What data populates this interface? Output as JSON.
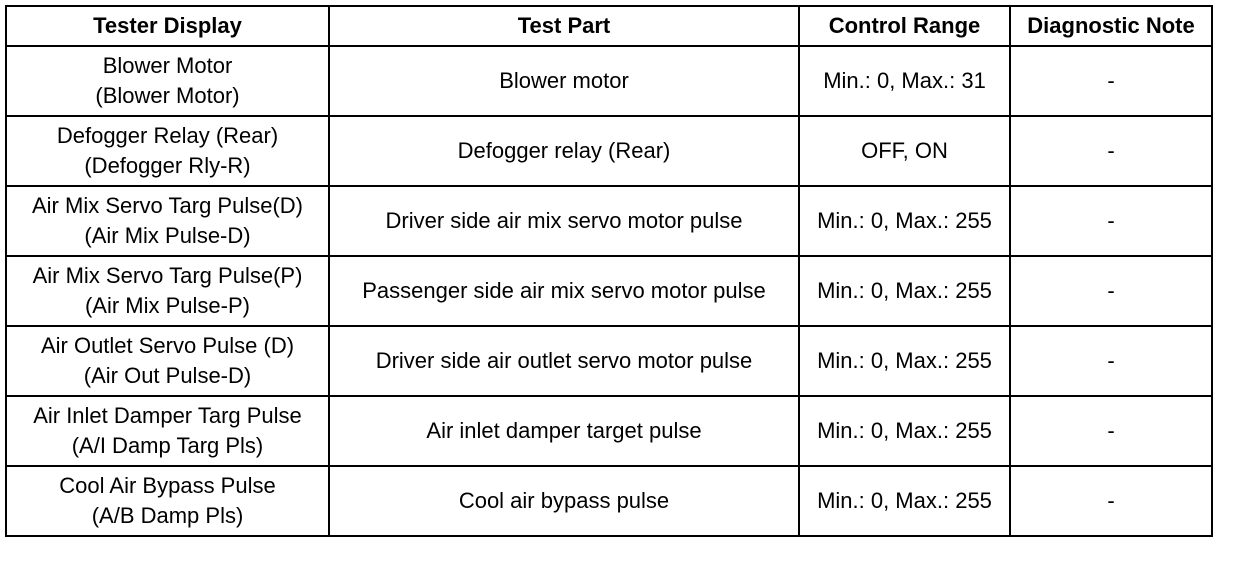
{
  "table": {
    "headers": [
      "Tester Display",
      "Test Part",
      "Control Range",
      "Diagnostic Note"
    ],
    "rows": [
      {
        "display": [
          "Blower Motor",
          "(Blower Motor)"
        ],
        "part": "Blower motor",
        "range": "Min.: 0, Max.: 31",
        "note": "-"
      },
      {
        "display": [
          "Defogger Relay (Rear)",
          "(Defogger Rly-R)"
        ],
        "part": "Defogger relay (Rear)",
        "range": "OFF, ON",
        "note": "-"
      },
      {
        "display": [
          "Air Mix Servo Targ Pulse(D)",
          "(Air Mix Pulse-D)"
        ],
        "part": "Driver side air mix servo motor pulse",
        "range": "Min.: 0, Max.: 255",
        "note": "-"
      },
      {
        "display": [
          "Air Mix Servo Targ Pulse(P)",
          "(Air Mix Pulse-P)"
        ],
        "part": "Passenger side air mix servo motor pulse",
        "range": "Min.: 0, Max.: 255",
        "note": "-"
      },
      {
        "display": [
          "Air Outlet Servo Pulse (D)",
          "(Air Out Pulse-D)"
        ],
        "part": "Driver side air outlet servo motor pulse",
        "range": "Min.: 0, Max.: 255",
        "note": "-"
      },
      {
        "display": [
          "Air Inlet Damper Targ Pulse",
          "(A/I Damp Targ Pls)"
        ],
        "part": "Air inlet damper target pulse",
        "range": "Min.: 0, Max.: 255",
        "note": "-"
      },
      {
        "display": [
          "Cool Air Bypass Pulse",
          "(A/B Damp Pls)"
        ],
        "part": "Cool air bypass pulse",
        "range": "Min.: 0, Max.: 255",
        "note": "-"
      }
    ]
  }
}
